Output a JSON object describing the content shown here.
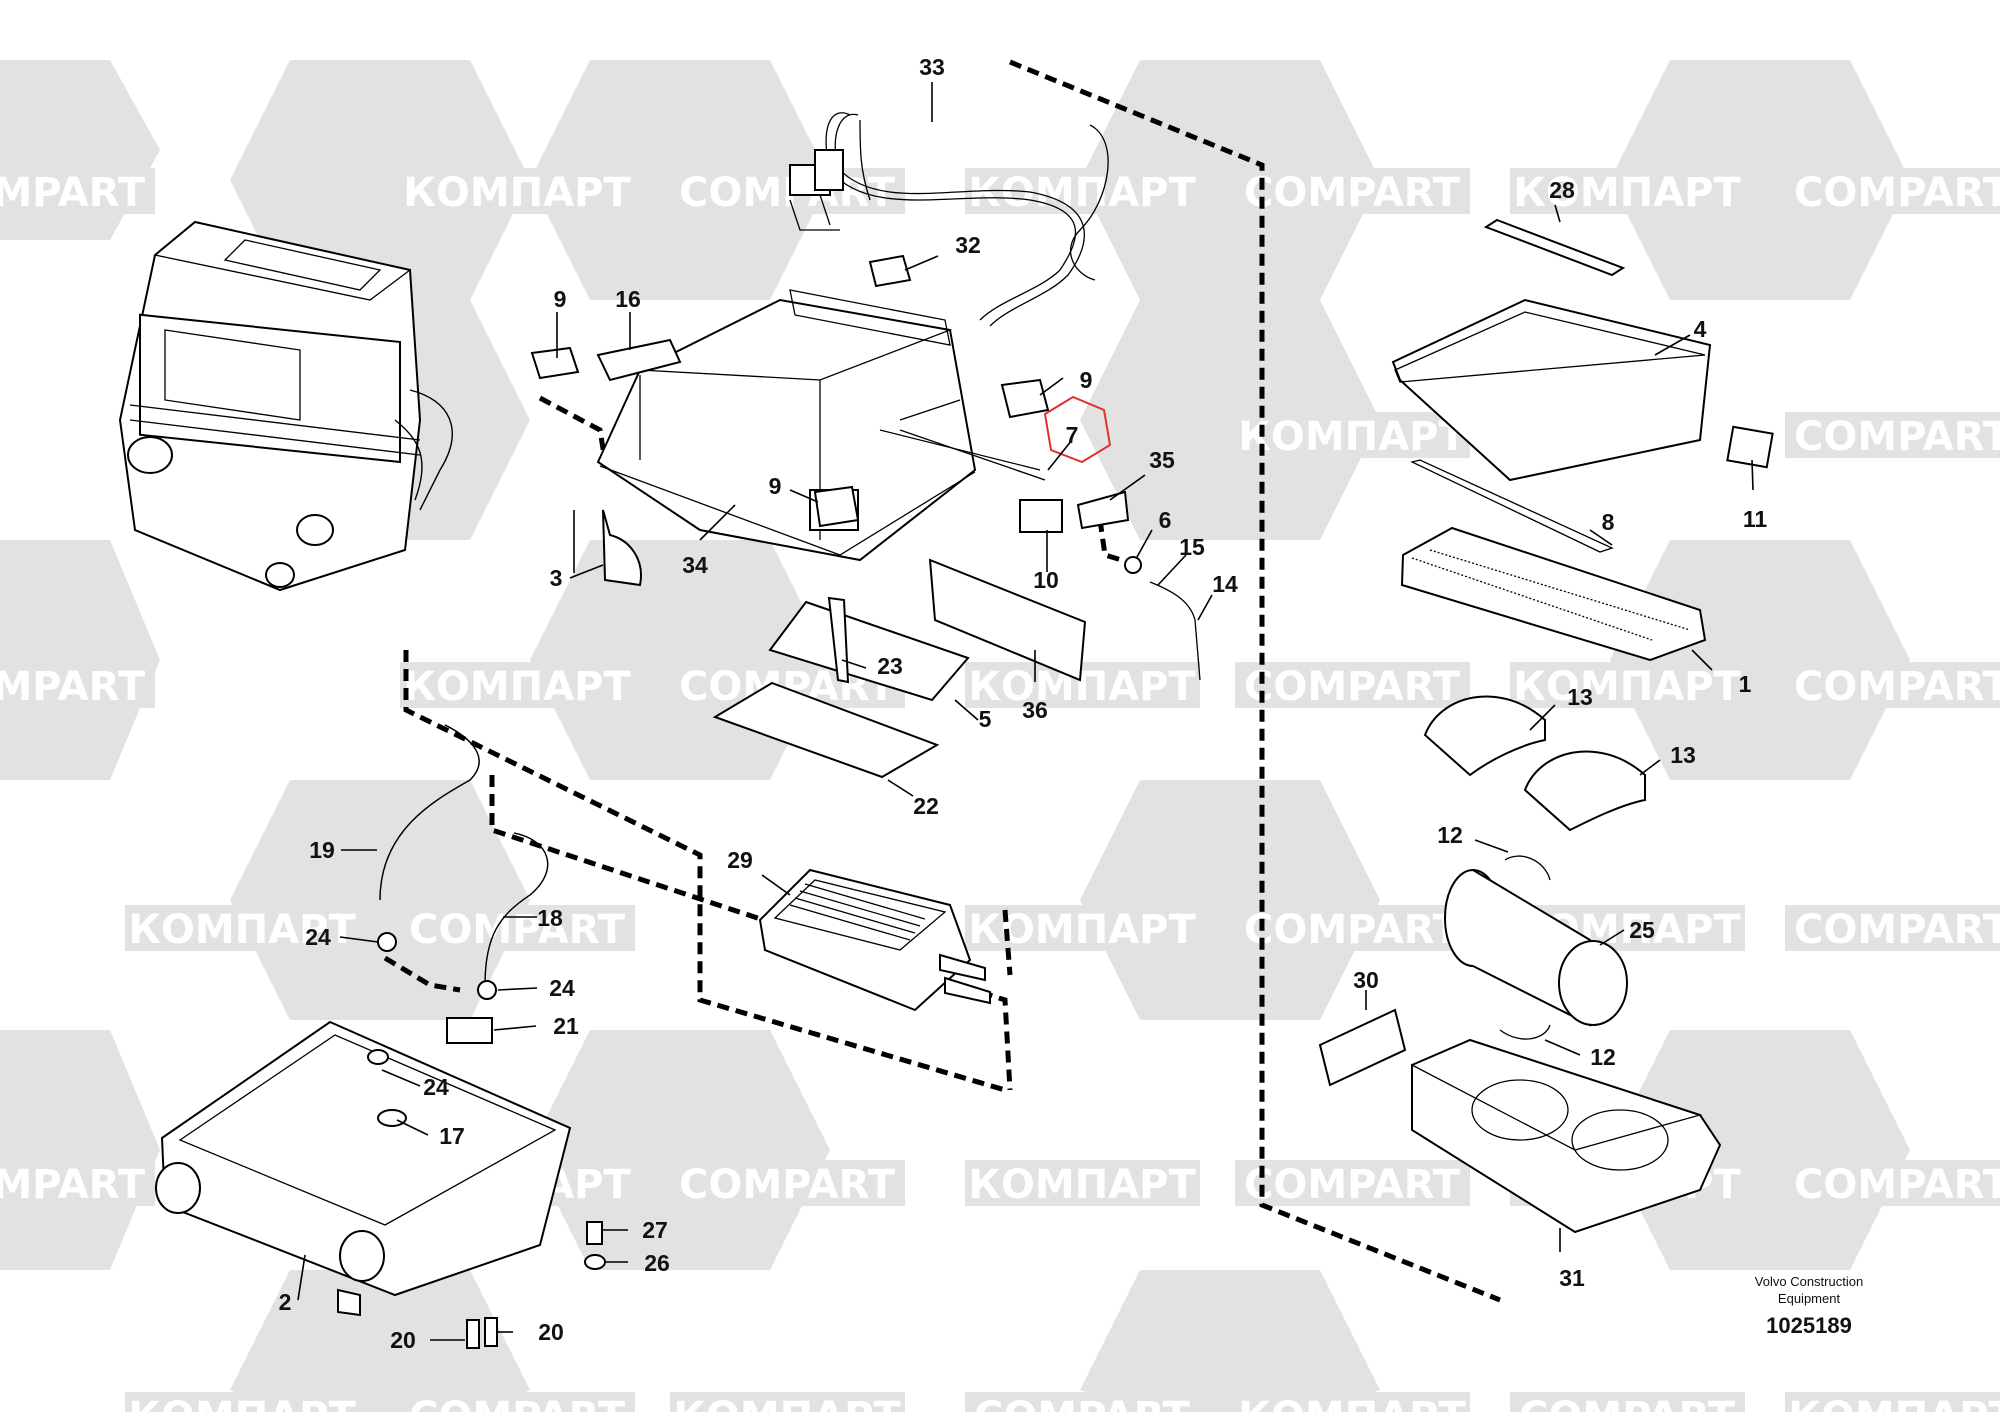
{
  "watermark": {
    "texts": [
      "COMPART",
      "КОМПАРТ"
    ],
    "color": "#e2e2e2"
  },
  "diagram": {
    "title_block": {
      "line1": "Volvo Construction",
      "line2": "Equipment",
      "drawing_number": "1025189"
    },
    "callouts": [
      "1",
      "2",
      "3",
      "4",
      "5",
      "6",
      "7",
      "8",
      "9",
      "10",
      "11",
      "12",
      "13",
      "14",
      "15",
      "16",
      "17",
      "18",
      "19",
      "20",
      "21",
      "22",
      "23",
      "24",
      "25",
      "26",
      "27",
      "28",
      "29",
      "30",
      "31",
      "32",
      "33",
      "34",
      "35",
      "36"
    ],
    "highlighted_part": "7",
    "highlight_color": "#e03030"
  }
}
